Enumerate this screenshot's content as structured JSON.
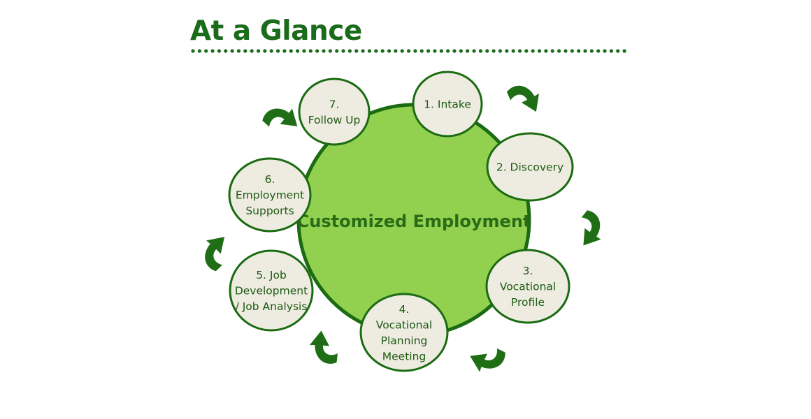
{
  "title": "At a Glance",
  "center_label": "Customized Employment",
  "steps": [
    {
      "lines": [
        "1. Intake"
      ]
    },
    {
      "lines": [
        "2. Discovery"
      ]
    },
    {
      "lines": [
        "3.",
        "Vocational",
        "Profile"
      ]
    },
    {
      "lines": [
        "4.",
        "Vocational",
        "Planning",
        "Meeting"
      ]
    },
    {
      "lines": [
        "5. Job",
        "Development",
        "/ Job Analysis"
      ]
    },
    {
      "lines": [
        "6.",
        "Employment",
        "Supports"
      ]
    },
    {
      "lines": [
        "7.",
        "Follow Up"
      ]
    }
  ],
  "colors": {
    "title": "#1a6b1a",
    "center_fill": "#92d050",
    "center_stroke": "#1b6b12",
    "step_fill": "#eeece1",
    "step_stroke": "#1b6b12",
    "arrow_fill": "#1f6e15",
    "dots": "#1a6b1a"
  },
  "icons": {
    "cycle_arrow": "curved-arrow-icon"
  }
}
